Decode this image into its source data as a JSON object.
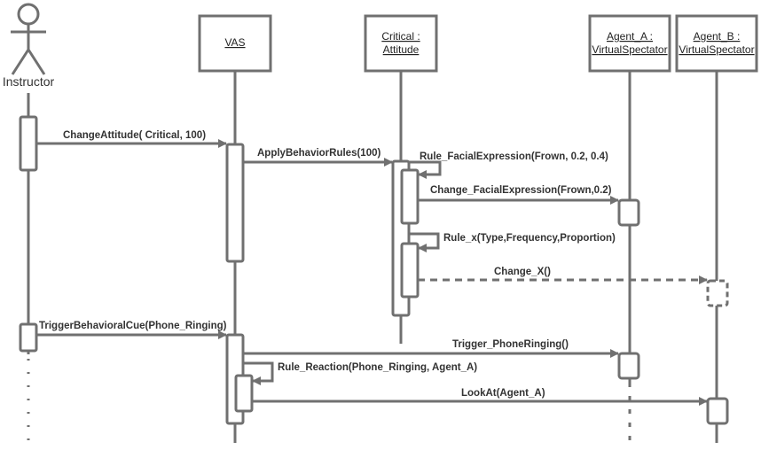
{
  "actor": {
    "label": "Instructor"
  },
  "participants": [
    {
      "id": "vas",
      "lines": [
        "VAS"
      ]
    },
    {
      "id": "critical",
      "lines": [
        "Critical :",
        "Attitude"
      ]
    },
    {
      "id": "agent-a",
      "lines": [
        "Agent_A :",
        "VirtualSpectator"
      ]
    },
    {
      "id": "agent-b",
      "lines": [
        "Agent_B :",
        "VirtualSpectator"
      ]
    }
  ],
  "messages": {
    "m1": "ChangeAttitude( Critical, 100)",
    "m2": "ApplyBehaviorRules(100)",
    "m3": "Rule_FacialExpression(Frown, 0.2, 0.4)",
    "m4": "Change_FacialExpression(Frown,0.2)",
    "m5": "Rule_x(Type,Frequency,Proportion)",
    "m6": "Change_X()",
    "m7": "TriggerBehavioralCue(Phone_Ringing)",
    "m8": "Trigger_PhoneRinging()",
    "m9": "Rule_Reaction(Phone_Ringing, Agent_A)",
    "m10": "LookAt(Agent_A)"
  },
  "colors": {
    "stroke": "#707070",
    "text": "#333333",
    "background": "#ffffff"
  }
}
